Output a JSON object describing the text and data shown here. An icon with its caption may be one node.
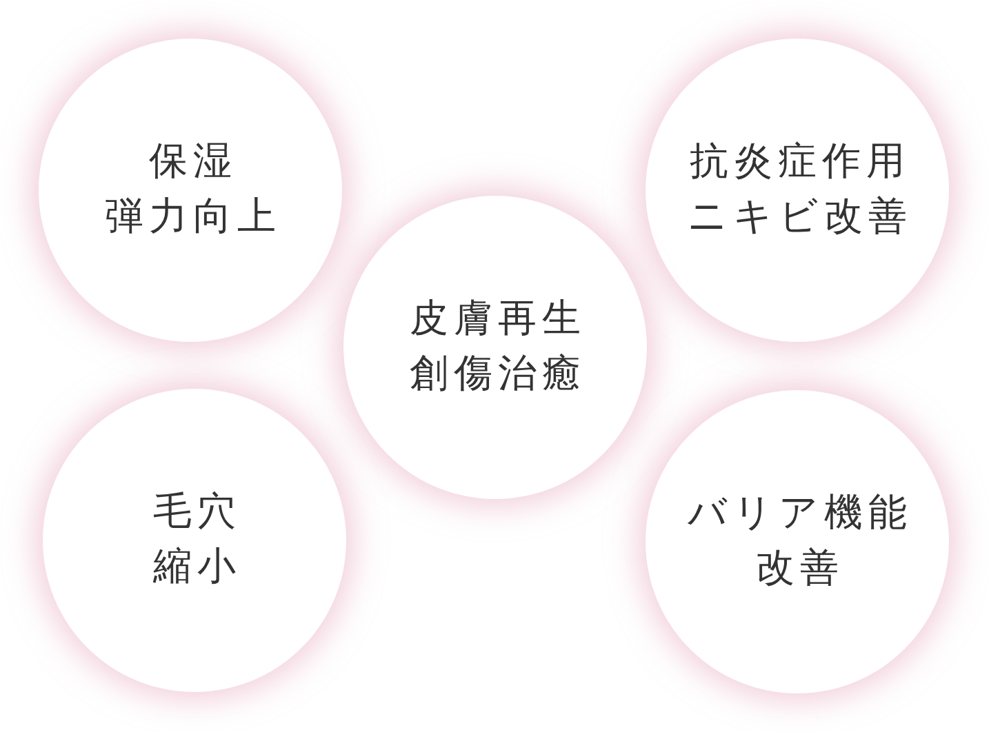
{
  "diagram": {
    "nodes": [
      {
        "text": [
          "保湿",
          "弾力向上"
        ]
      },
      {
        "text": [
          "抗炎症作用",
          "ニキビ改善"
        ]
      },
      {
        "text": [
          "皮膚再生",
          "創傷治癒"
        ]
      },
      {
        "text": [
          "毛穴縮小"
        ]
      },
      {
        "text": [
          "バリア機能改善"
        ]
      }
    ]
  }
}
